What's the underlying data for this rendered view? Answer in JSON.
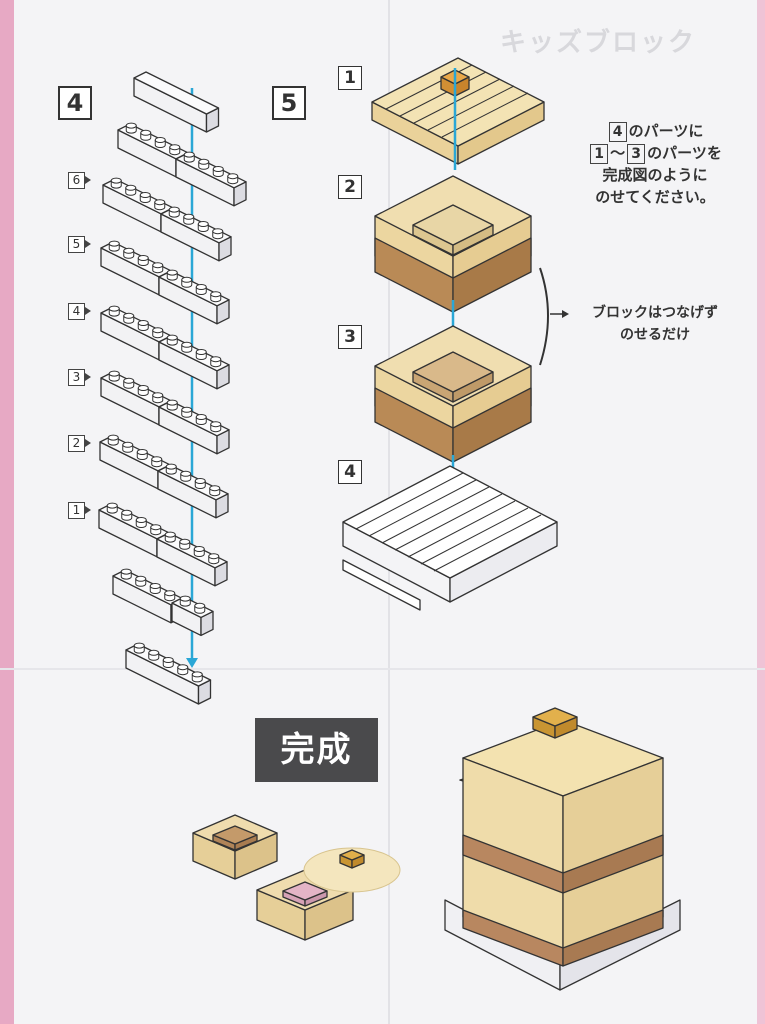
{
  "header": {
    "ghost_title": "キッズブロック"
  },
  "steps": {
    "left": "4",
    "right": "5"
  },
  "sub_steps": [
    "6",
    "5",
    "4",
    "3",
    "2",
    "1"
  ],
  "parts": [
    "1",
    "2",
    "3",
    "4"
  ],
  "instruction": {
    "part_a": "4",
    "line1": "のパーツに",
    "part_b": "1",
    "tilde": "～",
    "part_c": "3",
    "line2": "のパーツを",
    "line3": "完成図のように",
    "line4": "のせてください。"
  },
  "note": {
    "line1": "ブロックはつなげず",
    "line2": "のせるだけ"
  },
  "finished_label": "完成",
  "colors": {
    "guide_line": "#2aa7d6",
    "cream": "#f0dfae",
    "brown": "#b98a56",
    "pink_edge": "#e7a9c4"
  }
}
